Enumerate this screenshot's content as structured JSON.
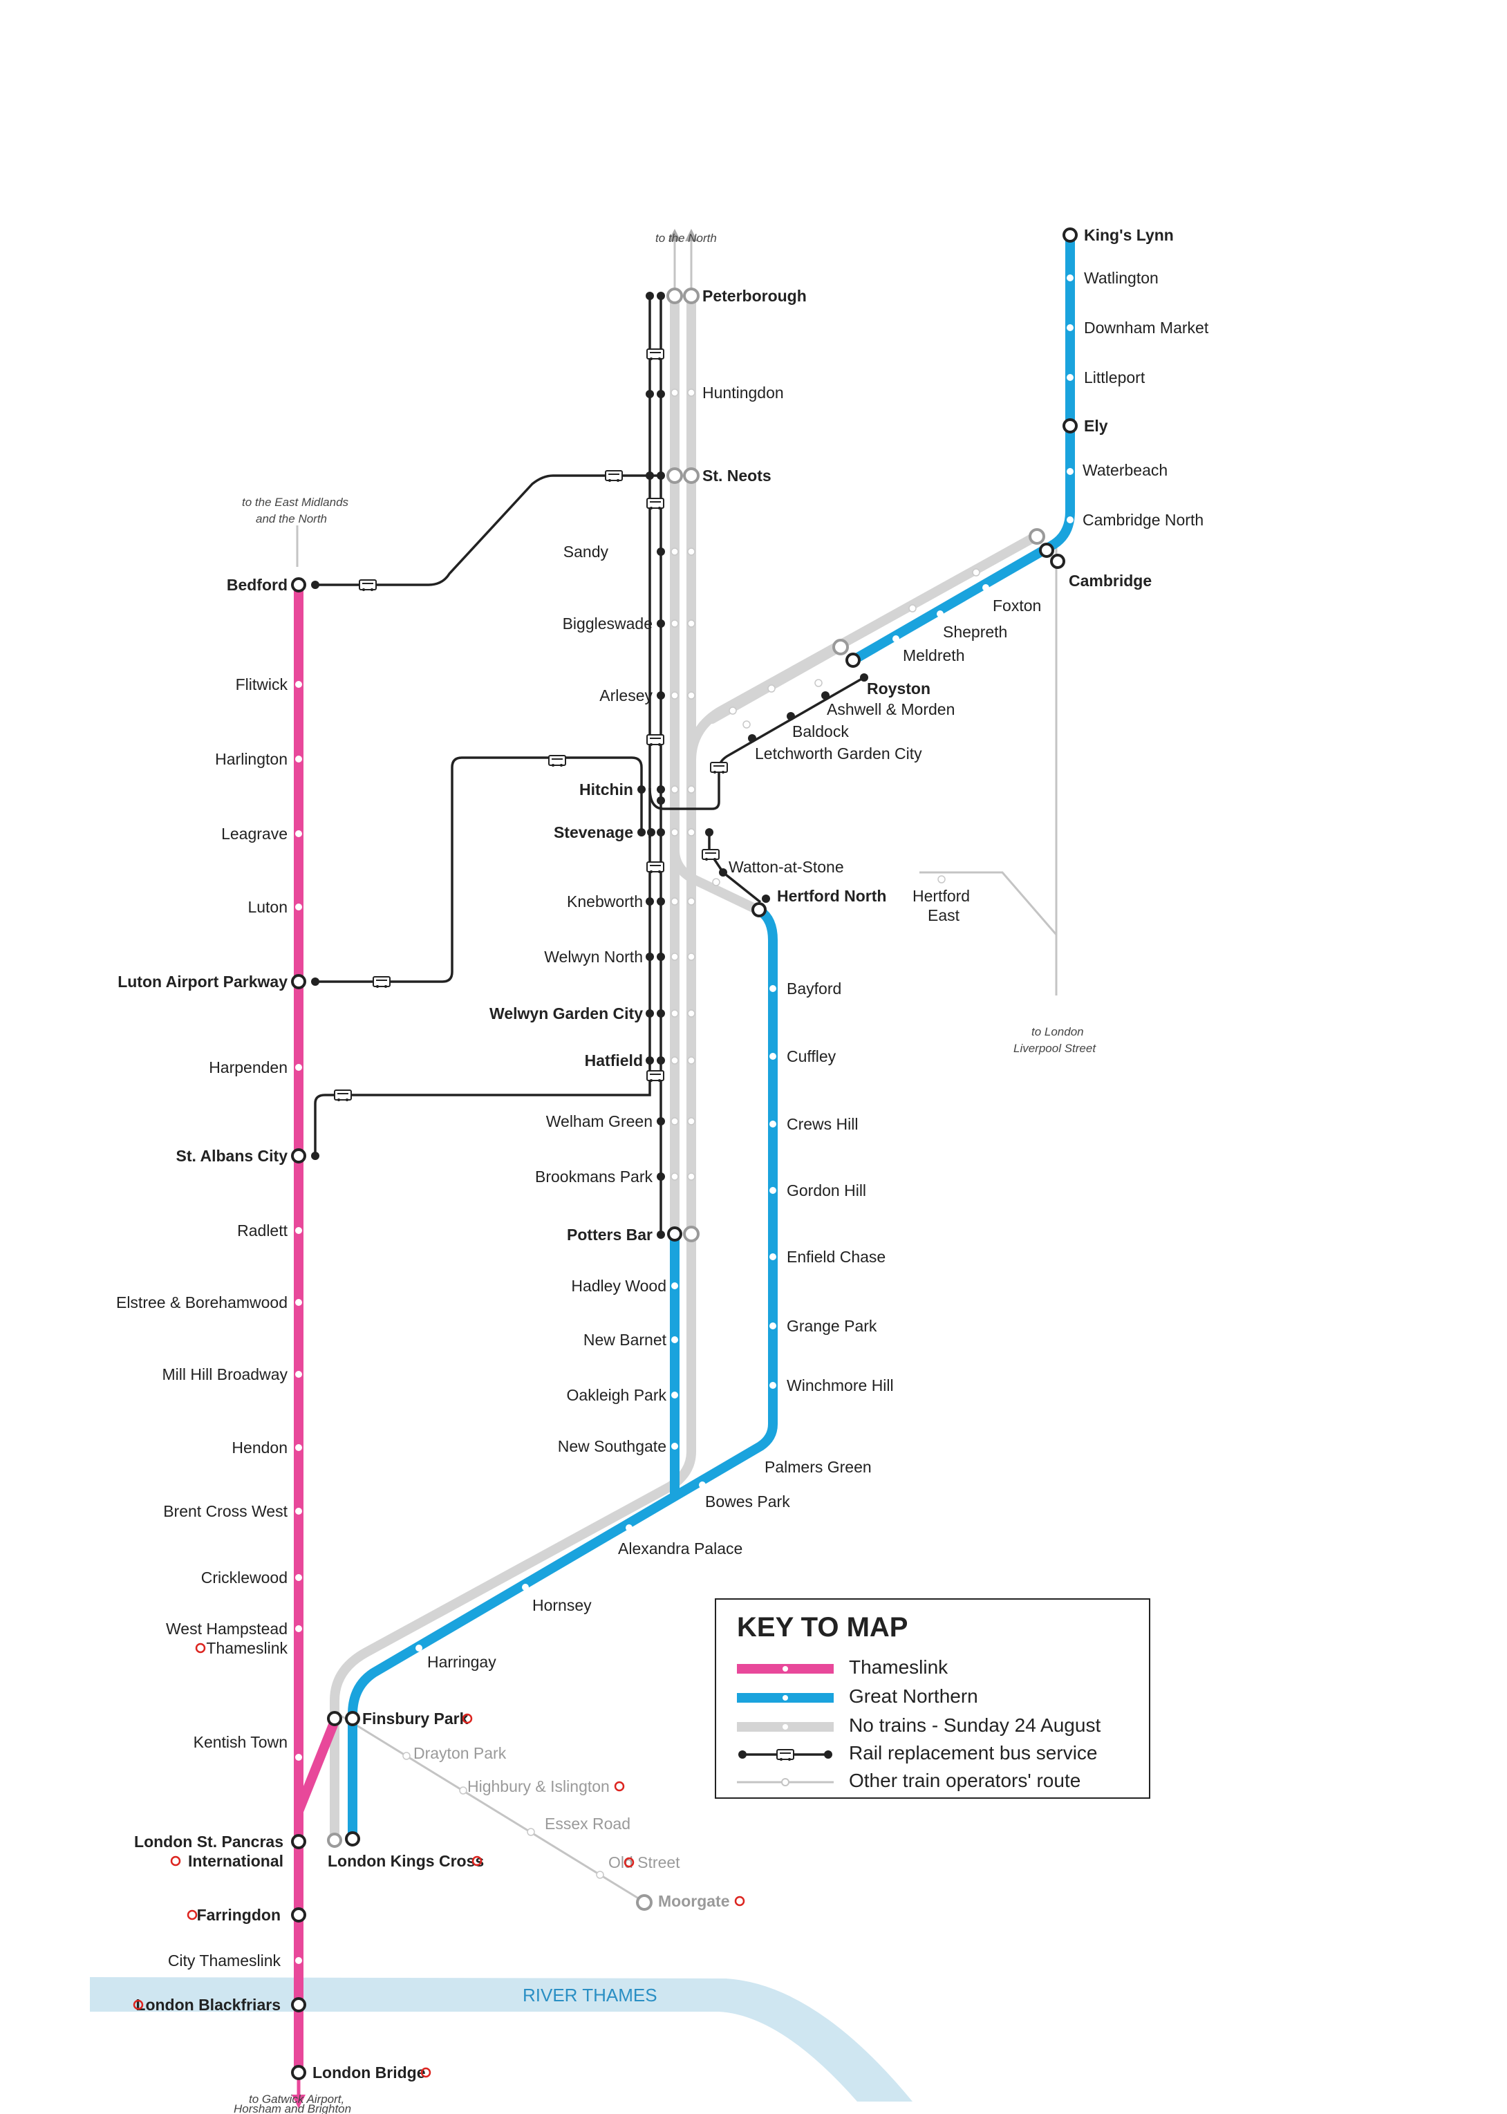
{
  "colors": {
    "thameslink": "#e8489a",
    "great_northern": "#1aa3dd",
    "no_trains": "#d4d4d4",
    "bus": "#222222",
    "other": "#cccccc",
    "river": "#cfe6f1"
  },
  "river": {
    "label": "RIVER THAMES"
  },
  "notes": {
    "north": "to the North",
    "east_midlands_1": "to the East Midlands",
    "east_midlands_2": "and the North",
    "liverpool_1": "to London",
    "liverpool_2": "Liverpool Street",
    "gatwick_1": "to Gatwick Airport,",
    "gatwick_2": "Horsham and Brighton"
  },
  "stations": {
    "kings_lynn": "King's Lynn",
    "watlington": "Watlington",
    "downham_market": "Downham Market",
    "littleport": "Littleport",
    "ely": "Ely",
    "waterbeach": "Waterbeach",
    "cambridge_north": "Cambridge North",
    "cambridge": "Cambridge",
    "foxton": "Foxton",
    "shepreth": "Shepreth",
    "meldreth": "Meldreth",
    "royston": "Royston",
    "ashwell_morden": "Ashwell & Morden",
    "baldock": "Baldock",
    "letchworth": "Letchworth Garden City",
    "peterborough": "Peterborough",
    "huntingdon": "Huntingdon",
    "st_neots": "St. Neots",
    "sandy": "Sandy",
    "biggleswade": "Biggleswade",
    "arlesey": "Arlesey",
    "hitchin": "Hitchin",
    "stevenage": "Stevenage",
    "watton_at_stone": "Watton-at-Stone",
    "hertford_north": "Hertford North",
    "hertford_east_1": "Hertford",
    "hertford_east_2": "East",
    "knebworth": "Knebworth",
    "welwyn_north": "Welwyn North",
    "welwyn_garden_city": "Welwyn Garden City",
    "hatfield": "Hatfield",
    "welham_green": "Welham Green",
    "brookmans_park": "Brookmans Park",
    "potters_bar": "Potters Bar",
    "hadley_wood": "Hadley Wood",
    "new_barnet": "New Barnet",
    "oakleigh_park": "Oakleigh Park",
    "new_southgate": "New Southgate",
    "bayford": "Bayford",
    "cuffley": "Cuffley",
    "crews_hill": "Crews Hill",
    "gordon_hill": "Gordon Hill",
    "enfield_chase": "Enfield Chase",
    "grange_park": "Grange Park",
    "winchmore_hill": "Winchmore Hill",
    "palmers_green": "Palmers Green",
    "bowes_park": "Bowes Park",
    "alexandra_palace": "Alexandra Palace",
    "hornsey": "Hornsey",
    "harringay": "Harringay",
    "finsbury_park": "Finsbury Park",
    "drayton_park": "Drayton Park",
    "highbury_islington": "Highbury & Islington",
    "essex_road": "Essex Road",
    "old_street": "Old Street",
    "moorgate": "Moorgate",
    "london_kings_cross": "London Kings Cross",
    "bedford": "Bedford",
    "flitwick": "Flitwick",
    "harlington": "Harlington",
    "leagrave": "Leagrave",
    "luton": "Luton",
    "luton_airport_parkway": "Luton Airport Parkway",
    "harpenden": "Harpenden",
    "st_albans_city": "St. Albans City",
    "radlett": "Radlett",
    "elstree_borehamwood": "Elstree & Borehamwood",
    "mill_hill_broadway": "Mill Hill Broadway",
    "hendon": "Hendon",
    "brent_cross_west": "Brent Cross West",
    "cricklewood": "Cricklewood",
    "west_hampstead_1": "West Hampstead",
    "west_hampstead_2": "Thameslink",
    "kentish_town": "Kentish Town",
    "london_st_pancras_1": "London St. Pancras",
    "london_st_pancras_2": "International",
    "farringdon": "Farringdon",
    "city_thameslink": "City Thameslink",
    "london_blackfriars": "London Blackfriars",
    "london_bridge": "London Bridge"
  },
  "key": {
    "title": "KEY TO MAP",
    "items": [
      {
        "label": "Thameslink"
      },
      {
        "label": "Great Northern"
      },
      {
        "label": "No trains - Sunday 24 August"
      },
      {
        "label": "Rail replacement bus service"
      },
      {
        "label": "Other train operators' route"
      }
    ]
  }
}
